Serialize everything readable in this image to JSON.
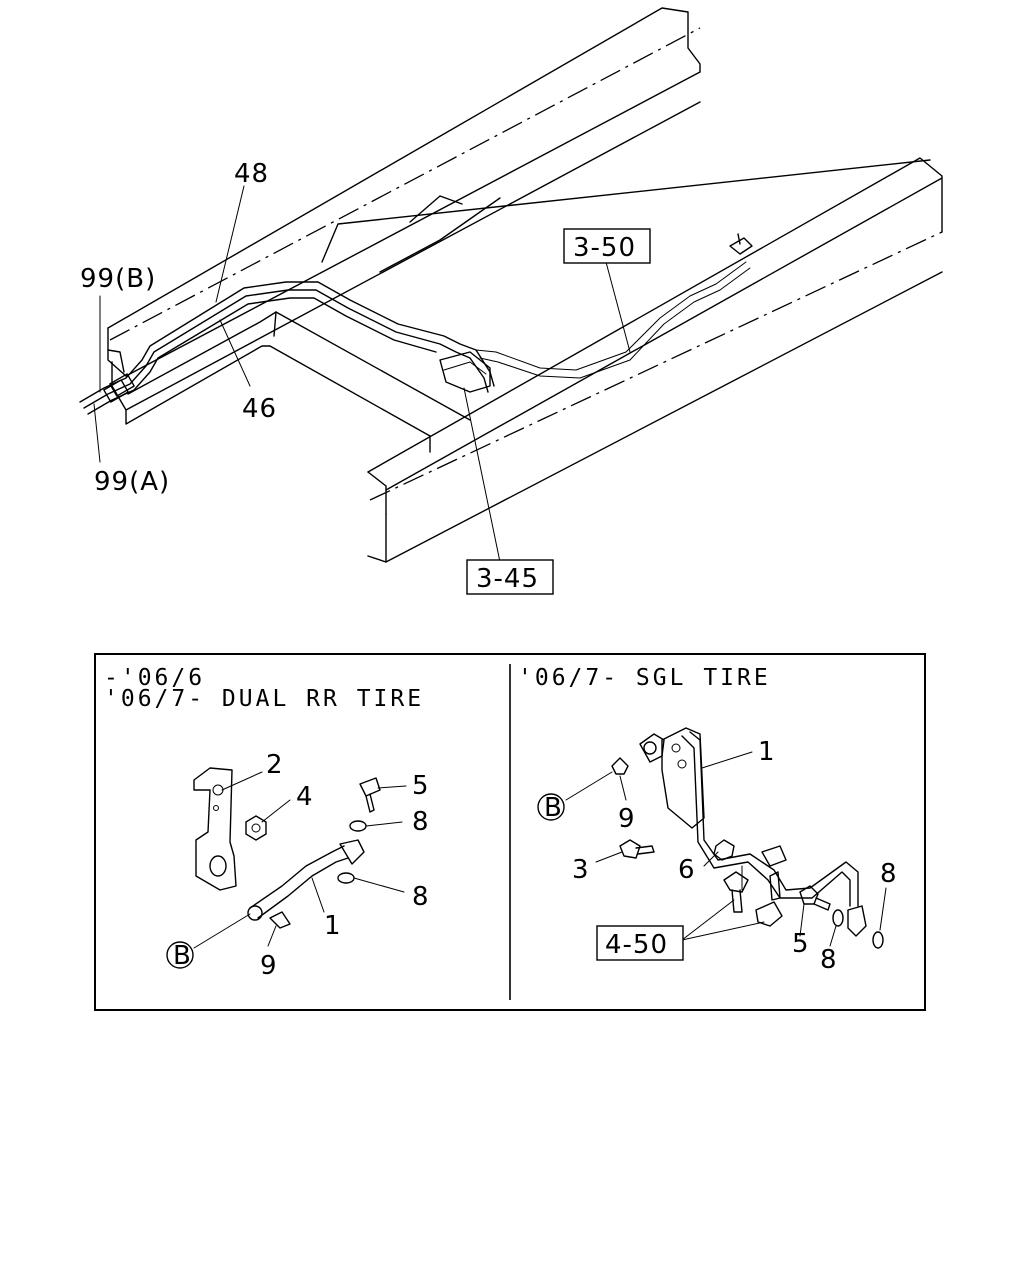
{
  "labels": {
    "p48": "48",
    "p99b": "99(B)",
    "p46": "46",
    "p99a": "99(A)",
    "ref350": "3-50",
    "ref345": "3-45"
  },
  "inset": {
    "left_caption_1": "-'06/6",
    "left_caption_2": "'06/7- DUAL RR TIRE",
    "right_caption": "'06/7- SGL TIRE",
    "left_parts": {
      "p2": "2",
      "p4": "4",
      "p5": "5",
      "p8a": "8",
      "p8b": "8",
      "p1": "1",
      "pB": "B",
      "p9": "9"
    },
    "right_parts": {
      "p1": "1",
      "pB": "B",
      "p9": "9",
      "p3": "3",
      "p6": "6",
      "p8a": "8",
      "p5": "5",
      "p8b": "8",
      "ref450": "4-50"
    }
  }
}
